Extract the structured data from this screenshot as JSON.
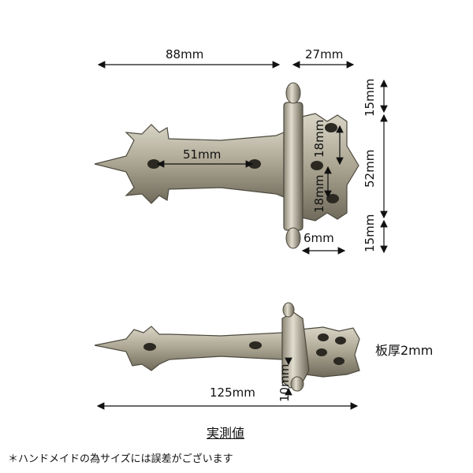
{
  "dimensions": {
    "top_width": "88mm",
    "top_flap": "27mm",
    "hole_spacing": "51mm",
    "right_top": "15mm",
    "right_mid": "52mm",
    "right_bottom": "15mm",
    "hole_vertical_1": "18mm",
    "hole_vertical_2": "18mm",
    "pin_offset": "6mm",
    "total_length": "125mm",
    "knuckle_diameter": "10mm"
  },
  "thickness_label": "板厚2mm",
  "caption": "実測値",
  "note": "＊ハンドメイドの為サイズには誤差がございます",
  "colors": {
    "metal_light": "#c7c2b0",
    "metal_mid": "#9c9683",
    "metal_dark": "#5d584a"
  }
}
